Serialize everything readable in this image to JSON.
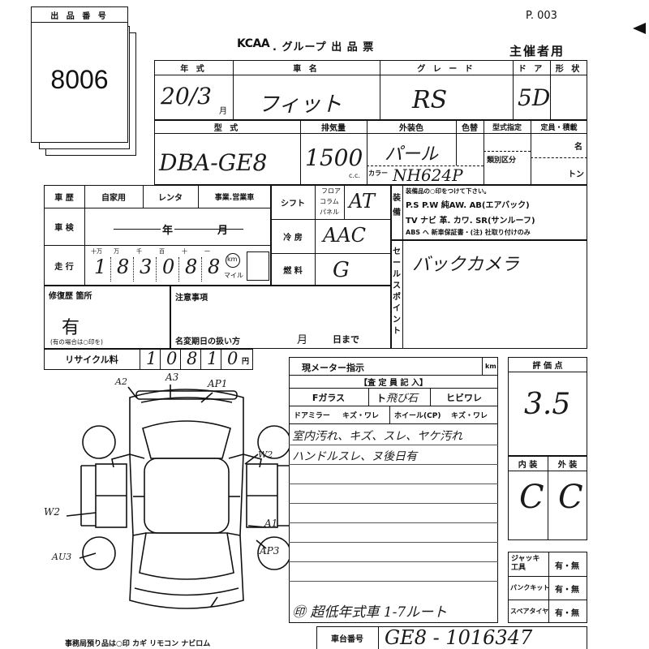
{
  "header": {
    "page_no": "P. 003",
    "brand": "KCAA",
    "form_title": ". グループ 出 品 票",
    "organizer": "主催者用"
  },
  "lot": {
    "label": "出 品 番 号",
    "number": "8006"
  },
  "row1": {
    "year_label": "年 式",
    "year_value": "20/3",
    "year_unit": "月",
    "model_label": "車 名",
    "model_value": "フィット",
    "grade_label": "グ レ ー ド",
    "grade_value": "RS",
    "door_label": "ド ア",
    "door_value": "5D",
    "shape_label": "形 状"
  },
  "row2": {
    "type_label": "型 式",
    "type_value": "DBA-GE8",
    "displacement_label": "排気量",
    "displacement_value": "1500",
    "displacement_unit": "c.c.",
    "ext_color_label": "外装色",
    "ext_color_value": "パール",
    "color_code_label": "色替",
    "color_prefix": "カラー",
    "color_code_value": "NH624P",
    "model_designation_label": "型式指定",
    "class_label": "類別区分",
    "capacity_label": "定員・積載",
    "capacity_unit": "名",
    "load_unit": "トン"
  },
  "usage": {
    "label": "車 歴",
    "private": "自家用",
    "rental": "レンタ",
    "business": "事業.営業車",
    "shift_label": "シフト",
    "shift_opts": [
      "フロア",
      "コラム",
      "パネル"
    ],
    "shift_value": "AT",
    "ac_label": "冷 房",
    "ac_value": "AAC",
    "fuel_label": "燃 料",
    "fuel_value": "G"
  },
  "inspection": {
    "label": "車 検",
    "year": "年",
    "month": "月"
  },
  "mileage": {
    "label": "走 行",
    "units": [
      "十万",
      "万",
      "千",
      "百",
      "十",
      "一"
    ],
    "digits": [
      "1",
      "8",
      "3",
      "0",
      "8",
      "8"
    ],
    "km_label": "km",
    "mile_label": "マイル"
  },
  "equipment": {
    "label": "装備",
    "note": "装備品の○印をつけて下さい。",
    "line1": "P.S  P.W 純AW. AB(エアバック)",
    "line2": "TV  ナビ  革. カワ. SR(サンルーフ)",
    "line3": "ABS へ 新車保証書・(注) 社取り付けのみ"
  },
  "sales_point": {
    "label": "セールスポイント",
    "value": "バックカメラ"
  },
  "repair": {
    "label": "修復歴 箇所",
    "value": "有",
    "note": "(有の場合は○印を)"
  },
  "notes": {
    "label": "注意事項",
    "transfer_label": "名変期日の扱い方",
    "month": "月",
    "day": "日まで"
  },
  "recycle": {
    "label": "リサイクル料",
    "digits": [
      "1",
      "0",
      "8",
      "1",
      "0"
    ],
    "unit": "円"
  },
  "meter": {
    "label": "現メーター指示",
    "unit": "km"
  },
  "inspector": {
    "title": "【査 定 員 記 入】",
    "f_glass": "Fガラス",
    "chip": "ト",
    "chip_value": "飛び石",
    "crack": "ヒビワレ",
    "mirror": "ドアミラー",
    "mirror_opts": "キズ・ワレ",
    "wheel": "ホイール(CP)",
    "wheel_opts": "キズ・ワレ",
    "notes": [
      "室内汚れ、キズ、スレ、ヤケ汚れ",
      "ハンドルスレ、ヌ後日有"
    ],
    "footer": "㊞ 超低年式車 1-7ルート"
  },
  "score": {
    "label": "評 価 点",
    "value": "3.5"
  },
  "interior": {
    "int_label": "内 装",
    "ext_label": "外 装",
    "int_value": "C",
    "ext_value": "C"
  },
  "accessories": [
    {
      "label": "ジャッキ工具",
      "value": "有・無"
    },
    {
      "label": "パンクキット",
      "value": "有・無"
    },
    {
      "label": "スペアタイヤ",
      "value": "有・無"
    }
  ],
  "chassis": {
    "label": "車台番号",
    "value": "GE8 - 1016347"
  },
  "bottom_note": "事務局預り品は○印  カギ  リモコン  ナビロム",
  "damage_marks": [
    "A2",
    "A3",
    "AP1",
    "W2",
    "W2",
    "A1",
    "AU3",
    "AP3"
  ]
}
